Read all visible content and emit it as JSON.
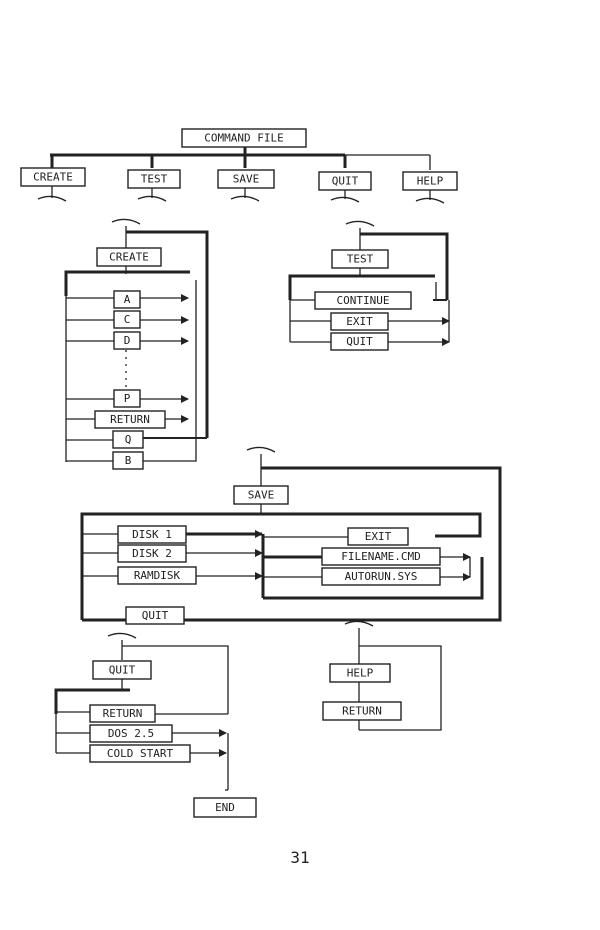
{
  "main_menu": {
    "root": "COMMAND FILE",
    "options": [
      "CREATE",
      "TEST",
      "SAVE",
      "QUIT",
      "HELP"
    ]
  },
  "create_flow": {
    "title": "CREATE",
    "items": [
      "A",
      "C",
      "D",
      "P",
      "RETURN",
      "Q",
      "B"
    ]
  },
  "test_flow": {
    "title": "TEST",
    "items": [
      "CONTINUE",
      "EXIT",
      "QUIT"
    ]
  },
  "save_flow": {
    "title": "SAVE",
    "sources": [
      "DISK 1",
      "DISK 2",
      "RAMDISK"
    ],
    "exit": "EXIT",
    "targets": [
      "FILENAME.CMD",
      "AUTORUN.SYS"
    ],
    "quit": "QUIT"
  },
  "quit_flow": {
    "title": "QUIT",
    "items": [
      "RETURN",
      "DOS 2.5",
      "COLD START"
    ],
    "end": "END"
  },
  "help_flow": {
    "title": "HELP",
    "items": [
      "RETURN"
    ]
  },
  "page_number": "31"
}
